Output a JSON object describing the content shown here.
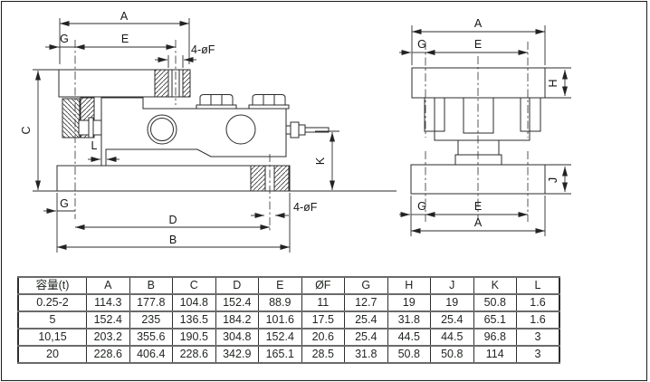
{
  "colors": {
    "background": "#ffffff",
    "line": "#2b2b2b",
    "table_grid": "#6a6a6a",
    "text": "#1d1d1d"
  },
  "drawings": {
    "side_view": {
      "description": "load-cell weighing module side section view",
      "labels": {
        "a": "A",
        "g_top": "G",
        "e": "E",
        "f_top": "4-øF",
        "c": "C",
        "l": "L",
        "k": "K",
        "g_bottom": "G",
        "d": "D",
        "b": "B",
        "f_bottom": "4-øF"
      }
    },
    "end_view": {
      "description": "load-cell weighing module end view",
      "labels": {
        "a_top": "A",
        "g_top": "G",
        "e_top": "E",
        "h": "H",
        "j": "J",
        "g_bottom": "G",
        "e_bottom": "E",
        "a_bottom": "A"
      }
    }
  },
  "table": {
    "headers": [
      "容量(t)",
      "A",
      "B",
      "C",
      "D",
      "E",
      "ØF",
      "G",
      "H",
      "J",
      "K",
      "L"
    ],
    "rows": [
      [
        "0.25-2",
        "114.3",
        "177.8",
        "104.8",
        "152.4",
        "88.9",
        "11",
        "12.7",
        "19",
        "19",
        "50.8",
        "1.6"
      ],
      [
        "5",
        "152.4",
        "235",
        "136.5",
        "184.2",
        "101.6",
        "17.5",
        "25.4",
        "31.8",
        "25.4",
        "65.1",
        "1.6"
      ],
      [
        "10,15",
        "203.2",
        "355.6",
        "190.5",
        "304.8",
        "152.4",
        "20.6",
        "25.4",
        "44.5",
        "44.5",
        "96.8",
        "3"
      ],
      [
        "20",
        "228.6",
        "406.4",
        "228.6",
        "342.9",
        "165.1",
        "28.5",
        "31.8",
        "50.8",
        "50.8",
        "114",
        "3"
      ]
    ]
  }
}
